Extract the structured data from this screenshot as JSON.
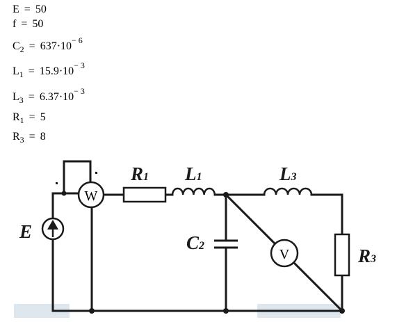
{
  "parameters": [
    {
      "symbol": "E",
      "sub": "",
      "value": "50",
      "exp": ""
    },
    {
      "symbol": "f",
      "sub": "",
      "value": "50",
      "exp": ""
    },
    {
      "symbol": "C",
      "sub": "2",
      "value": "637·10",
      "exp": "− 6"
    },
    {
      "symbol": "L",
      "sub": "1",
      "value": "15.9·10",
      "exp": "− 3"
    },
    {
      "symbol": "L",
      "sub": "3",
      "value": "6.37·10",
      "exp": "− 3"
    },
    {
      "symbol": "R",
      "sub": "1",
      "value": "5",
      "exp": ""
    },
    {
      "symbol": "R",
      "sub": "3",
      "value": "8",
      "exp": ""
    }
  ],
  "equals_sign": "=",
  "circuit": {
    "labels": {
      "source": {
        "main": "E",
        "idx": ""
      },
      "r1": {
        "main": "R",
        "idx": "1"
      },
      "l1": {
        "main": "L",
        "idx": "1"
      },
      "l3": {
        "main": "L",
        "idx": "3"
      },
      "c2": {
        "main": "C",
        "idx": "2"
      },
      "r3": {
        "main": "R",
        "idx": "3"
      }
    },
    "wattmeter_symbol": "W",
    "voltmeter_symbol": "V",
    "colors": {
      "wire": "#1a1a1a",
      "label": "#1a1a1a",
      "shadow": "#d6e0ea"
    }
  }
}
